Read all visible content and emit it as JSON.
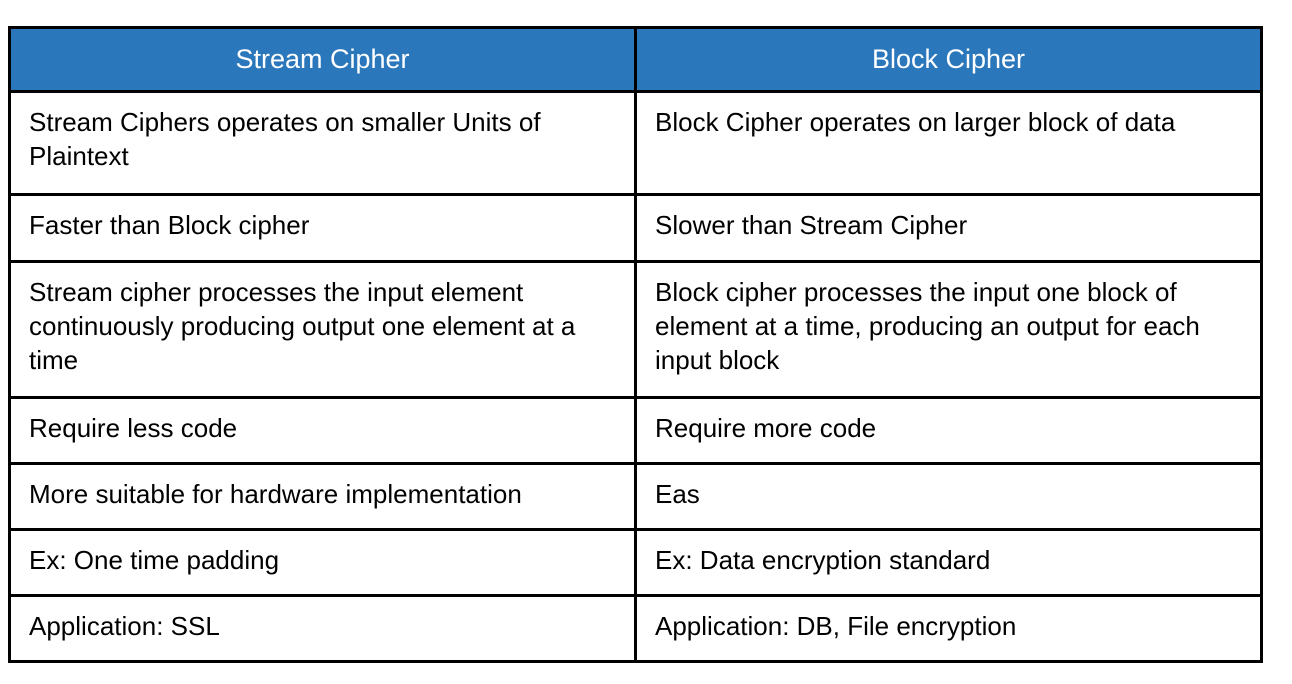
{
  "table": {
    "headers": [
      {
        "label": "Stream Cipher",
        "name": "column-header-stream-cipher"
      },
      {
        "label": "Block Cipher",
        "name": "column-header-block-cipher"
      }
    ],
    "header_background": "#2a77bb",
    "header_text_color": "#ffffff",
    "border_color": "#000000",
    "body_background": "#ffffff",
    "body_text_color": "#000000",
    "rows": [
      {
        "stream": "Stream Ciphers operates on smaller Units of Plaintext",
        "block": "Block Cipher operates on larger block of data"
      },
      {
        "stream": "Faster than Block cipher",
        "block": "Slower than Stream Cipher"
      },
      {
        "stream": "Stream cipher processes the input element continuously producing output one element at a time",
        "block": "Block cipher processes the input one block of element at a time, producing an output for each input block"
      },
      {
        "stream": "Require less code",
        "block": "Require more code"
      },
      {
        "stream": "More suitable for hardware implementation",
        "block": "Eas"
      },
      {
        "stream": "Ex: One time padding",
        "block": "Ex: Data encryption standard"
      },
      {
        "stream": "Application: SSL",
        "block": "Application: DB, File encryption"
      }
    ]
  }
}
